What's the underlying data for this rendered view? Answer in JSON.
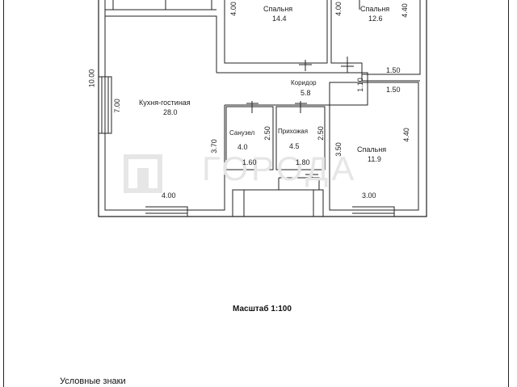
{
  "rooms": {
    "bedroom_top_middle": {
      "name": "Спальня",
      "area": "14.4"
    },
    "bedroom_top_right": {
      "name": "Спальня",
      "area": "12.6"
    },
    "corridor": {
      "name": "Коридор",
      "area": "5.8"
    },
    "kitchen": {
      "name": "Кухня-гостиная",
      "area": "28.0"
    },
    "bathroom": {
      "name": "Санузел",
      "area": "4.0"
    },
    "hall": {
      "name": "Прихожая",
      "area": "4.5"
    },
    "bedroom_bottom_right": {
      "name": "Спальня",
      "area": "11.9"
    }
  },
  "dimensions": {
    "total_height": "10.00",
    "kitchen_height": "7.00",
    "kitchen_width": "4.00",
    "top_mid_height": "4.00",
    "top_right_height_left": "4.00",
    "top_right_height_right": "4.40",
    "top_right_corner": "1.50",
    "corridor_height": "1.10",
    "bottom_right_corner": "1.50",
    "bathroom_left": "3.70",
    "bathroom_right": "2.50",
    "bathroom_width": "1.60",
    "hall_right": "2.50",
    "hall_width": "1.80",
    "bottom_right_left": "3.50",
    "bottom_right_right": "4.40",
    "bottom_right_width": "3.00"
  },
  "watermark": "ГОРОДА",
  "scale_label": "Масштаб 1:100",
  "legend_label": "Условные знаки",
  "colors": {
    "line": "#222222",
    "watermark": "#e6e6e6"
  }
}
